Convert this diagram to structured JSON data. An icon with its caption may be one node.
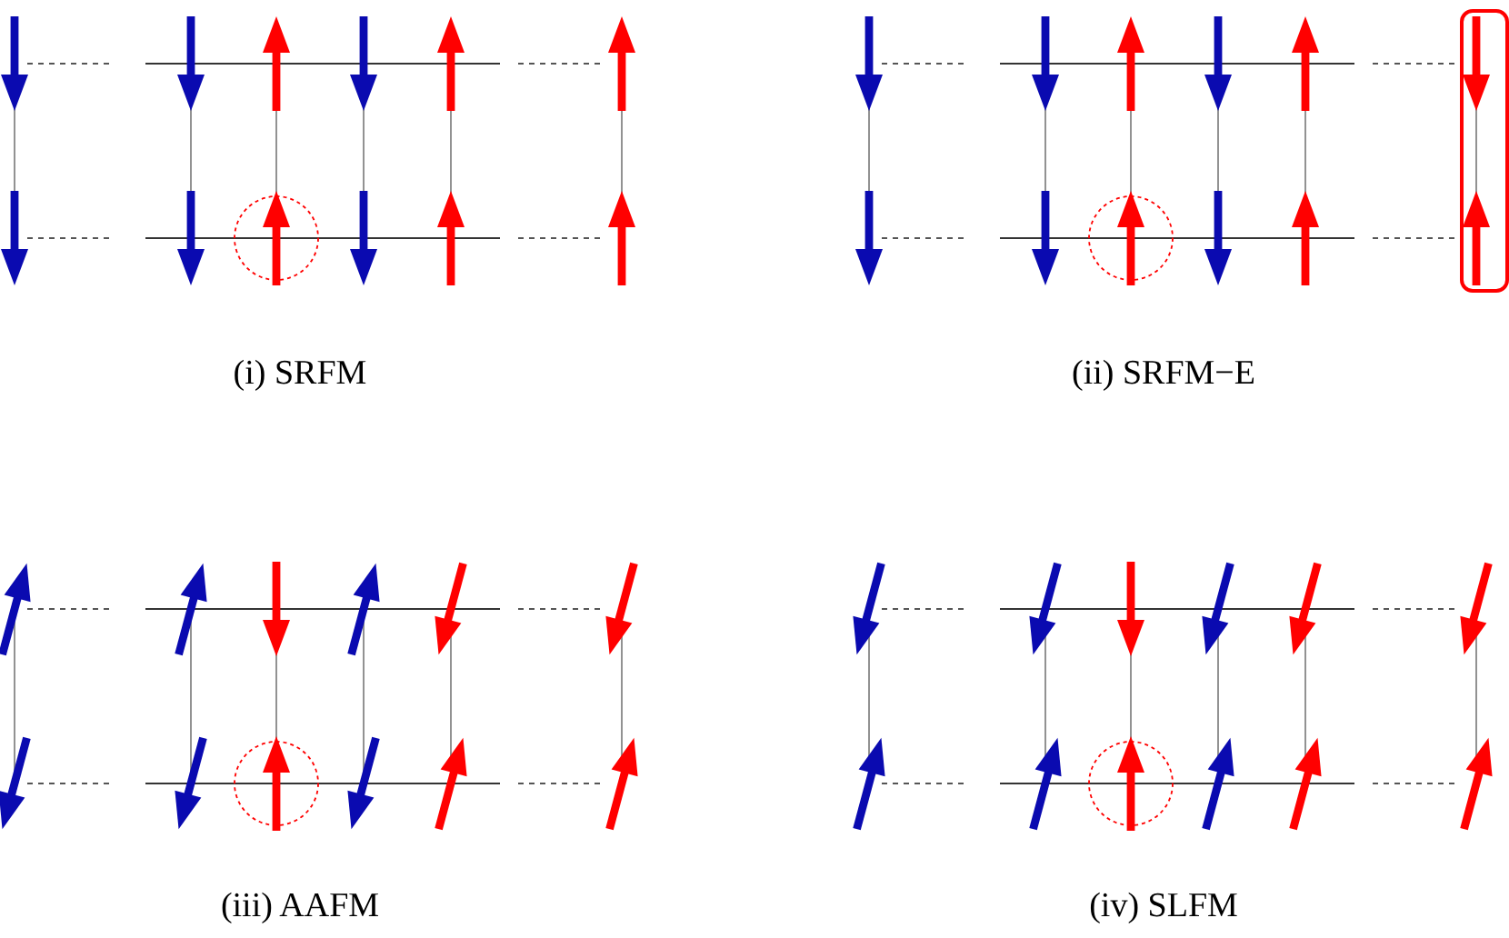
{
  "diagram": {
    "labels": [
      "(i) SRFM",
      "(ii) SRFM−E",
      "(iii) AAFM",
      "(iv) SLFM"
    ]
  }
}
